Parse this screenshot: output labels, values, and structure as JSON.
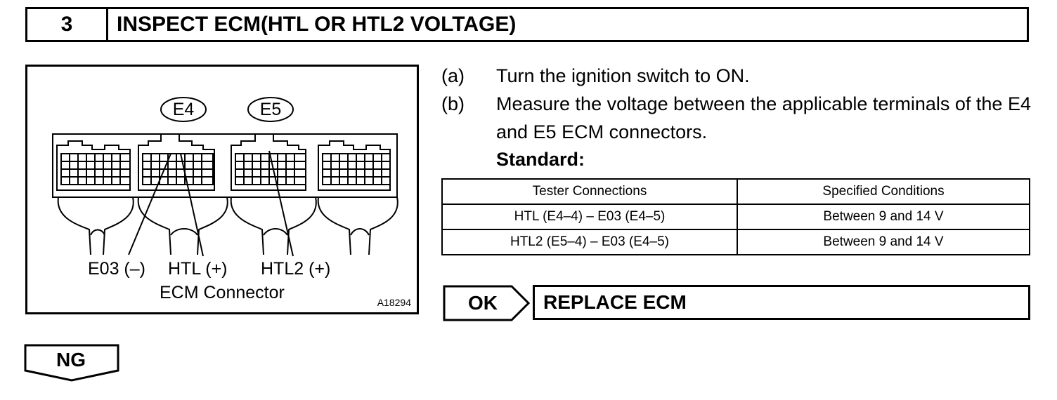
{
  "step": {
    "number": "3",
    "title": "INSPECT ECM(HTL OR HTL2 VOLTAGE)"
  },
  "illustration": {
    "connector_e4": "E4",
    "connector_e5": "E5",
    "terminal_e03": "E03 (–)",
    "terminal_htl": "HTL (+)",
    "terminal_htl2": "HTL2 (+)",
    "caption": "ECM Connector",
    "figure_id": "A18294"
  },
  "instructions": [
    {
      "letter": "(a)",
      "text": "Turn the ignition switch to ON."
    },
    {
      "letter": "(b)",
      "text": "Measure the voltage between the applicable terminals of the E4 and E5 ECM connectors."
    }
  ],
  "standard_label": "Standard:",
  "table": {
    "headers": [
      "Tester Connections",
      "Specified Conditions"
    ],
    "rows": [
      [
        "HTL (E4–4) – E03 (E4–5)",
        "Between 9 and 14 V"
      ],
      [
        "HTL2 (E5–4) – E03 (E4–5)",
        "Between 9 and 14 V"
      ]
    ]
  },
  "ok": {
    "label": "OK",
    "result": "REPLACE ECM"
  },
  "ng": {
    "label": "NG"
  }
}
